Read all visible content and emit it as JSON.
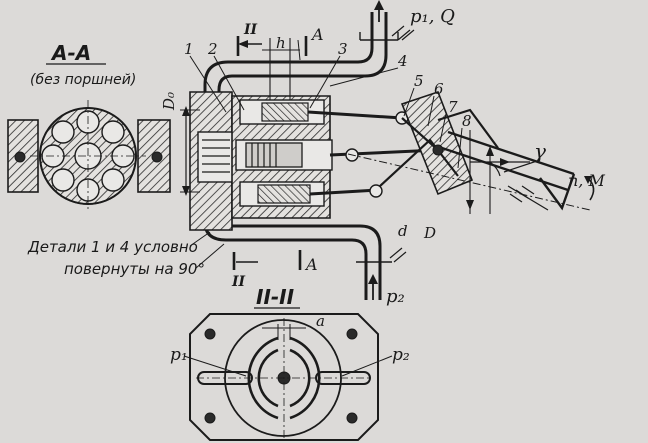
{
  "section_aa": {
    "title": "A-A",
    "subtitle": "(без поршней)"
  },
  "section_ii": {
    "title": "II-II",
    "port_left": "p₁",
    "port_right": "p₂",
    "gap_label": "a"
  },
  "main_view": {
    "outlet_label": "p₁, Q",
    "inlet_label": "p₂",
    "section_marker_top": "II",
    "section_marker_bottom": "II",
    "section_a_top": "A",
    "section_a_bottom": "A",
    "dim_h": "h",
    "dim_D0": "D₀",
    "dim_d": "d",
    "dim_D": "D",
    "angle_gamma": "γ",
    "shaft_label": "n, M",
    "part_numbers": [
      "1",
      "2",
      "3",
      "4",
      "5",
      "6",
      "7",
      "8"
    ],
    "note_line1": "Детали 1 и 4 условно",
    "note_line2": "повернуты на 90°"
  }
}
